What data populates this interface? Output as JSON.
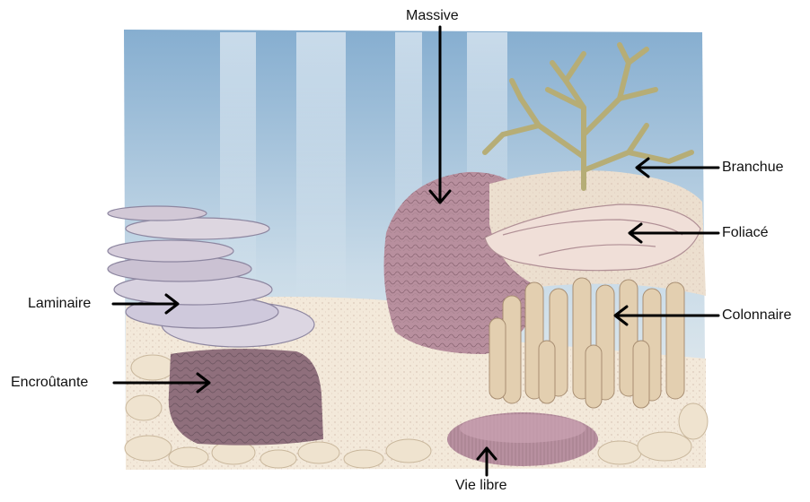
{
  "labels": {
    "massive": "Massive",
    "branchue": "Branchue",
    "foliace": "Foliacé",
    "laminaire": "Laminaire",
    "colonnaire": "Colonnaire",
    "encroutante": "Encroûtante",
    "vie_libre": "Vie libre"
  },
  "colors": {
    "sky_top": "#8fb6d6",
    "sky_bottom": "#e8eef2",
    "sand": "#f4eadc",
    "coral_pink": "#c9a3ad",
    "coral_beige": "#e6d5b8",
    "branch": "#c9c290",
    "arrow": "#000000"
  }
}
